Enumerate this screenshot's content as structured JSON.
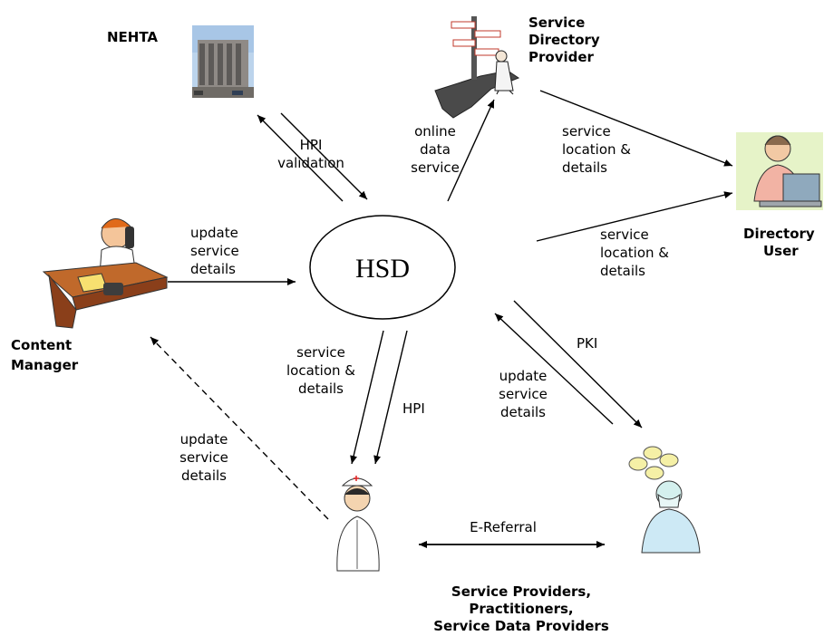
{
  "center_node": {
    "label": "HSD"
  },
  "actors": {
    "nehta": {
      "label": "NEHTA"
    },
    "service_directory_provider": {
      "lines": [
        "Service",
        "Directory",
        "Provider"
      ]
    },
    "directory_user": {
      "lines": [
        "Directory",
        "User"
      ]
    },
    "content_manager": {
      "lines": [
        "Content",
        "Manager"
      ]
    },
    "service_providers": {
      "lines": [
        "Service Providers,",
        "Practitioners,",
        "Service Data Providers"
      ]
    }
  },
  "edges": {
    "hpi_validation": {
      "lines": [
        "HPI",
        "validation"
      ]
    },
    "online_data_service": {
      "lines": [
        "online",
        "data",
        "service"
      ]
    },
    "sdp_to_user": {
      "lines": [
        "service",
        "location &",
        "details"
      ]
    },
    "hsd_to_user": {
      "lines": [
        "service",
        "location &",
        "details"
      ]
    },
    "cm_update": {
      "lines": [
        "update",
        "service",
        "details"
      ]
    },
    "hsd_to_practitioner": {
      "lines": [
        "service",
        "location &",
        "details"
      ]
    },
    "hpi": {
      "label": "HPI"
    },
    "practitioner_to_cm": {
      "lines": [
        "update",
        "service",
        "details"
      ]
    },
    "pki": {
      "label": "PKI"
    },
    "surgeon_update": {
      "lines": [
        "update",
        "service",
        "details"
      ]
    },
    "e_referral": {
      "label": "E-Referral"
    }
  }
}
